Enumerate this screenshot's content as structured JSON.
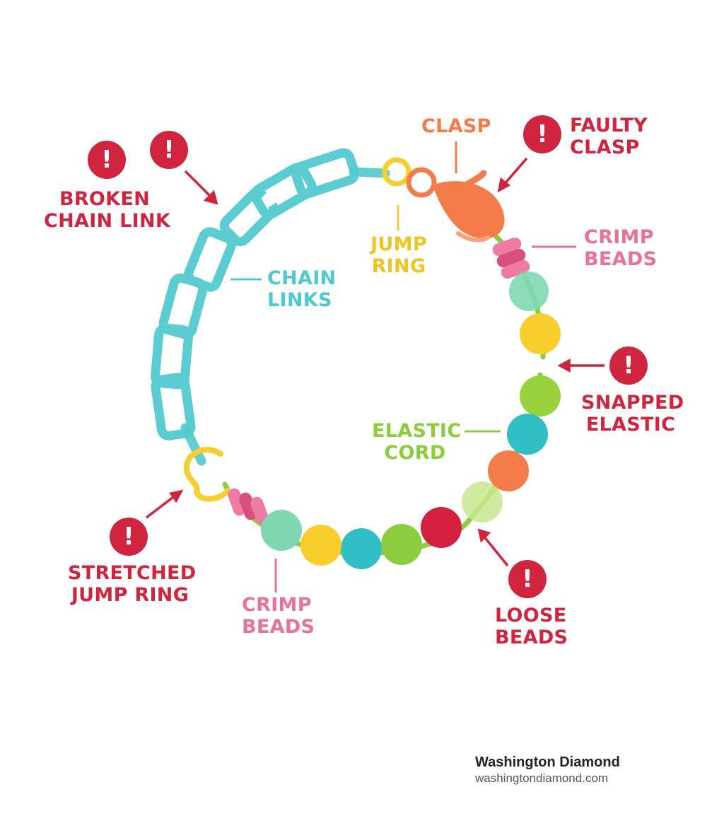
{
  "colors": {
    "warning": "#d0243f",
    "chain": "#4fc9cf",
    "jump_ring": "#f6cf2e",
    "clasp": "#f47b4a",
    "crimp": "#e9729a",
    "elastic": "#8ccd3e"
  },
  "icons": {
    "warning": "exclamation-circle-icon",
    "glyph": "!"
  },
  "labels": {
    "broken_chain_link": [
      "BROKEN",
      "CHAIN LINK"
    ],
    "chain_links": [
      "CHAIN",
      "LINKS"
    ],
    "jump_ring": [
      "JUMP",
      "RING"
    ],
    "clasp": [
      "CLASP"
    ],
    "faulty_clasp": [
      "FAULTY",
      "CLASP"
    ],
    "crimp_beads_right": [
      "CRIMP",
      "BEADS"
    ],
    "snapped_elastic": [
      "SNAPPED",
      "ELASTIC"
    ],
    "elastic_cord": [
      "ELASTIC",
      "CORD"
    ],
    "loose_beads": [
      "LOOSE",
      "BEADS"
    ],
    "crimp_beads_bottom": [
      "CRIMP",
      "BEADS"
    ],
    "stretched_jump_ring": [
      "STRETCHED",
      "JUMP RING"
    ]
  },
  "brand": {
    "name": "Washington Diamond",
    "url": "washingtondiamond.com"
  }
}
